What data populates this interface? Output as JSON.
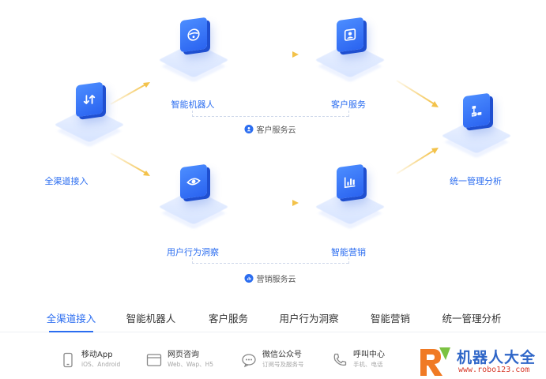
{
  "diagram": {
    "nodes": {
      "omni": {
        "label": "全渠道接入",
        "icon": "swap-arrows-icon"
      },
      "robot": {
        "label": "智能机器人",
        "icon": "robot-face-icon"
      },
      "service": {
        "label": "客户服务",
        "icon": "customer-card-icon"
      },
      "insight": {
        "label": "用户行为洞察",
        "icon": "eye-icon"
      },
      "marketing": {
        "label": "智能营销",
        "icon": "bar-chart-icon"
      },
      "analytics": {
        "label": "统一管理分析",
        "icon": "flow-chart-icon"
      }
    },
    "clouds": {
      "service_cloud": "客户服务云",
      "marketing_cloud": "营销服务云"
    }
  },
  "tabs": {
    "active_index": 0,
    "items": [
      {
        "label": "全渠道接入"
      },
      {
        "label": "智能机器人"
      },
      {
        "label": "客户服务"
      },
      {
        "label": "用户行为洞察"
      },
      {
        "label": "智能营销"
      },
      {
        "label": "统一管理分析"
      }
    ]
  },
  "channels": [
    {
      "title": "移动App",
      "subtitle": "iOS、Android",
      "icon": "phone-icon"
    },
    {
      "title": "网页咨询",
      "subtitle": "Web、Wap、H5",
      "icon": "browser-window-icon"
    },
    {
      "title": "微信公众号",
      "subtitle": "订阅号及服务号",
      "icon": "wechat-icon"
    },
    {
      "title": "呼叫中心",
      "subtitle": "手机、电话",
      "icon": "phone-call-icon"
    }
  ],
  "watermark": {
    "text": "机器人大全",
    "url": "www.robo123.com"
  },
  "colors": {
    "accent": "#2b6df0",
    "arrow": "#f3c24a",
    "tile_dark": "#1f4fd0"
  }
}
